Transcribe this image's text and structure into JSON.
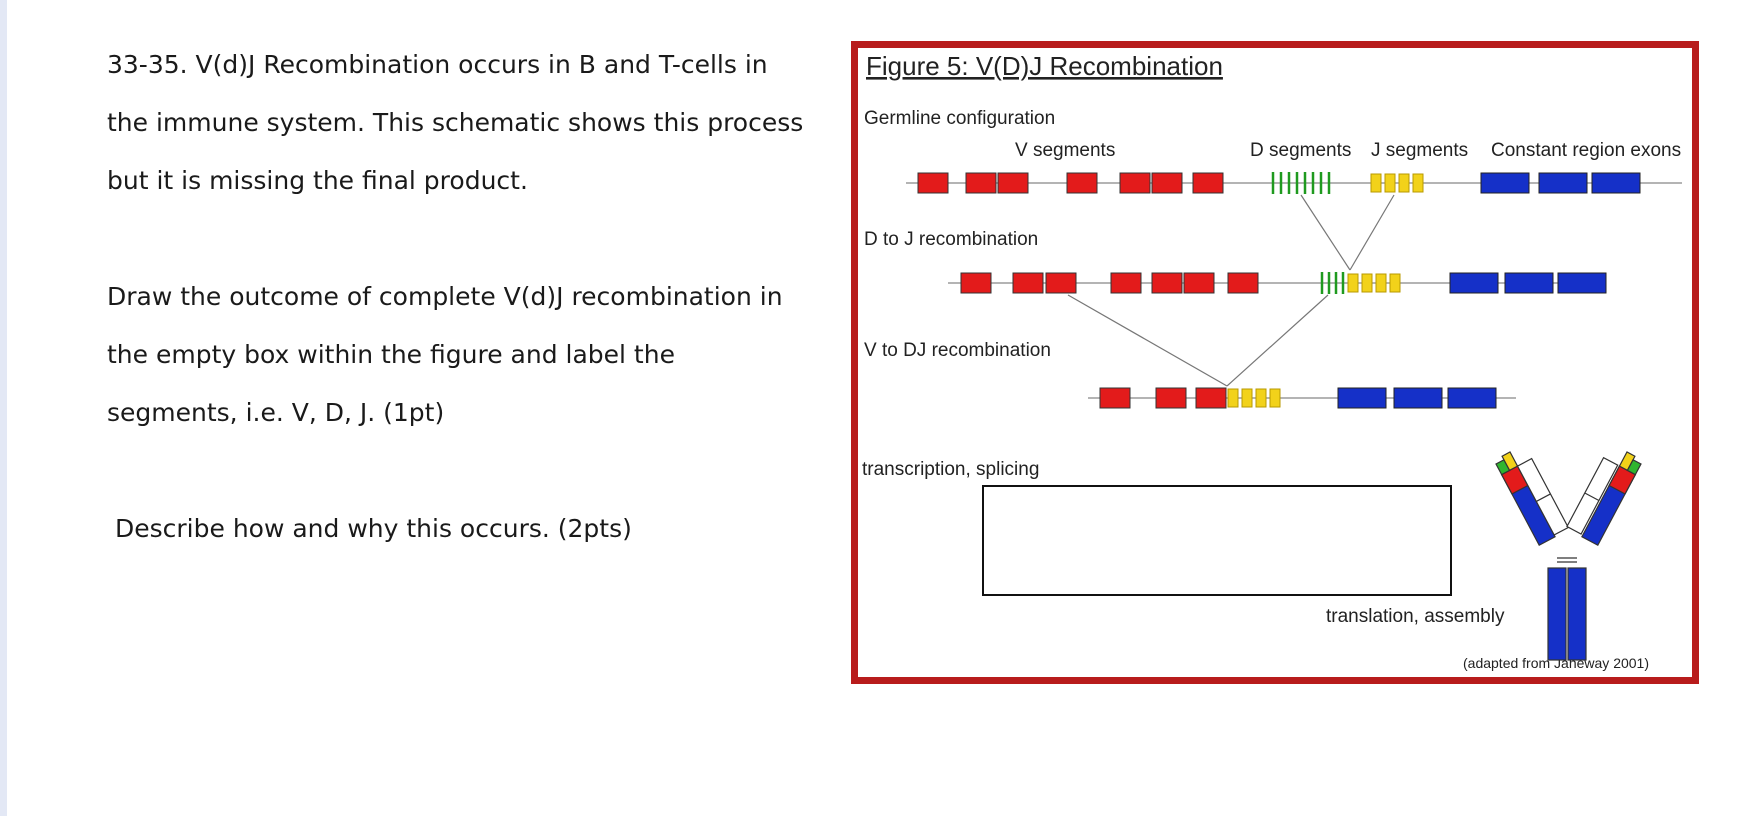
{
  "question": {
    "paragraph1": [
      "33-35. V(d)J Recombination occurs in B and T-cells in",
      "the immune system. This schematic shows this process",
      "but it is missing the final product."
    ],
    "paragraph2": [
      "Draw the outcome of complete V(d)J recombination in",
      "the empty box within the figure and label the",
      "segments, i.e. V, D, J. (1pt)"
    ],
    "paragraph3": "Describe how and why this occurs. (2pts)"
  },
  "figure": {
    "title": "Figure 5: V(D)J Recombination",
    "stage_labels": {
      "germline": "Germline configuration",
      "d_to_j": "D to J recombination",
      "v_to_dj": "V to DJ recombination",
      "transcription": "transcription, splicing",
      "translation": "translation, assembly"
    },
    "segment_labels": {
      "v": "V segments",
      "d": "D segments",
      "j": "J segments",
      "constant": "Constant region exons"
    },
    "credit": "(adapted from Janeway 2001)",
    "colors": {
      "border": "#b81c1c",
      "v_segment": "#e31b1b",
      "d_segment": "#1f9a1f",
      "j_segment": "#f2d21a",
      "constant": "#1530c8",
      "line": "#888888"
    }
  }
}
